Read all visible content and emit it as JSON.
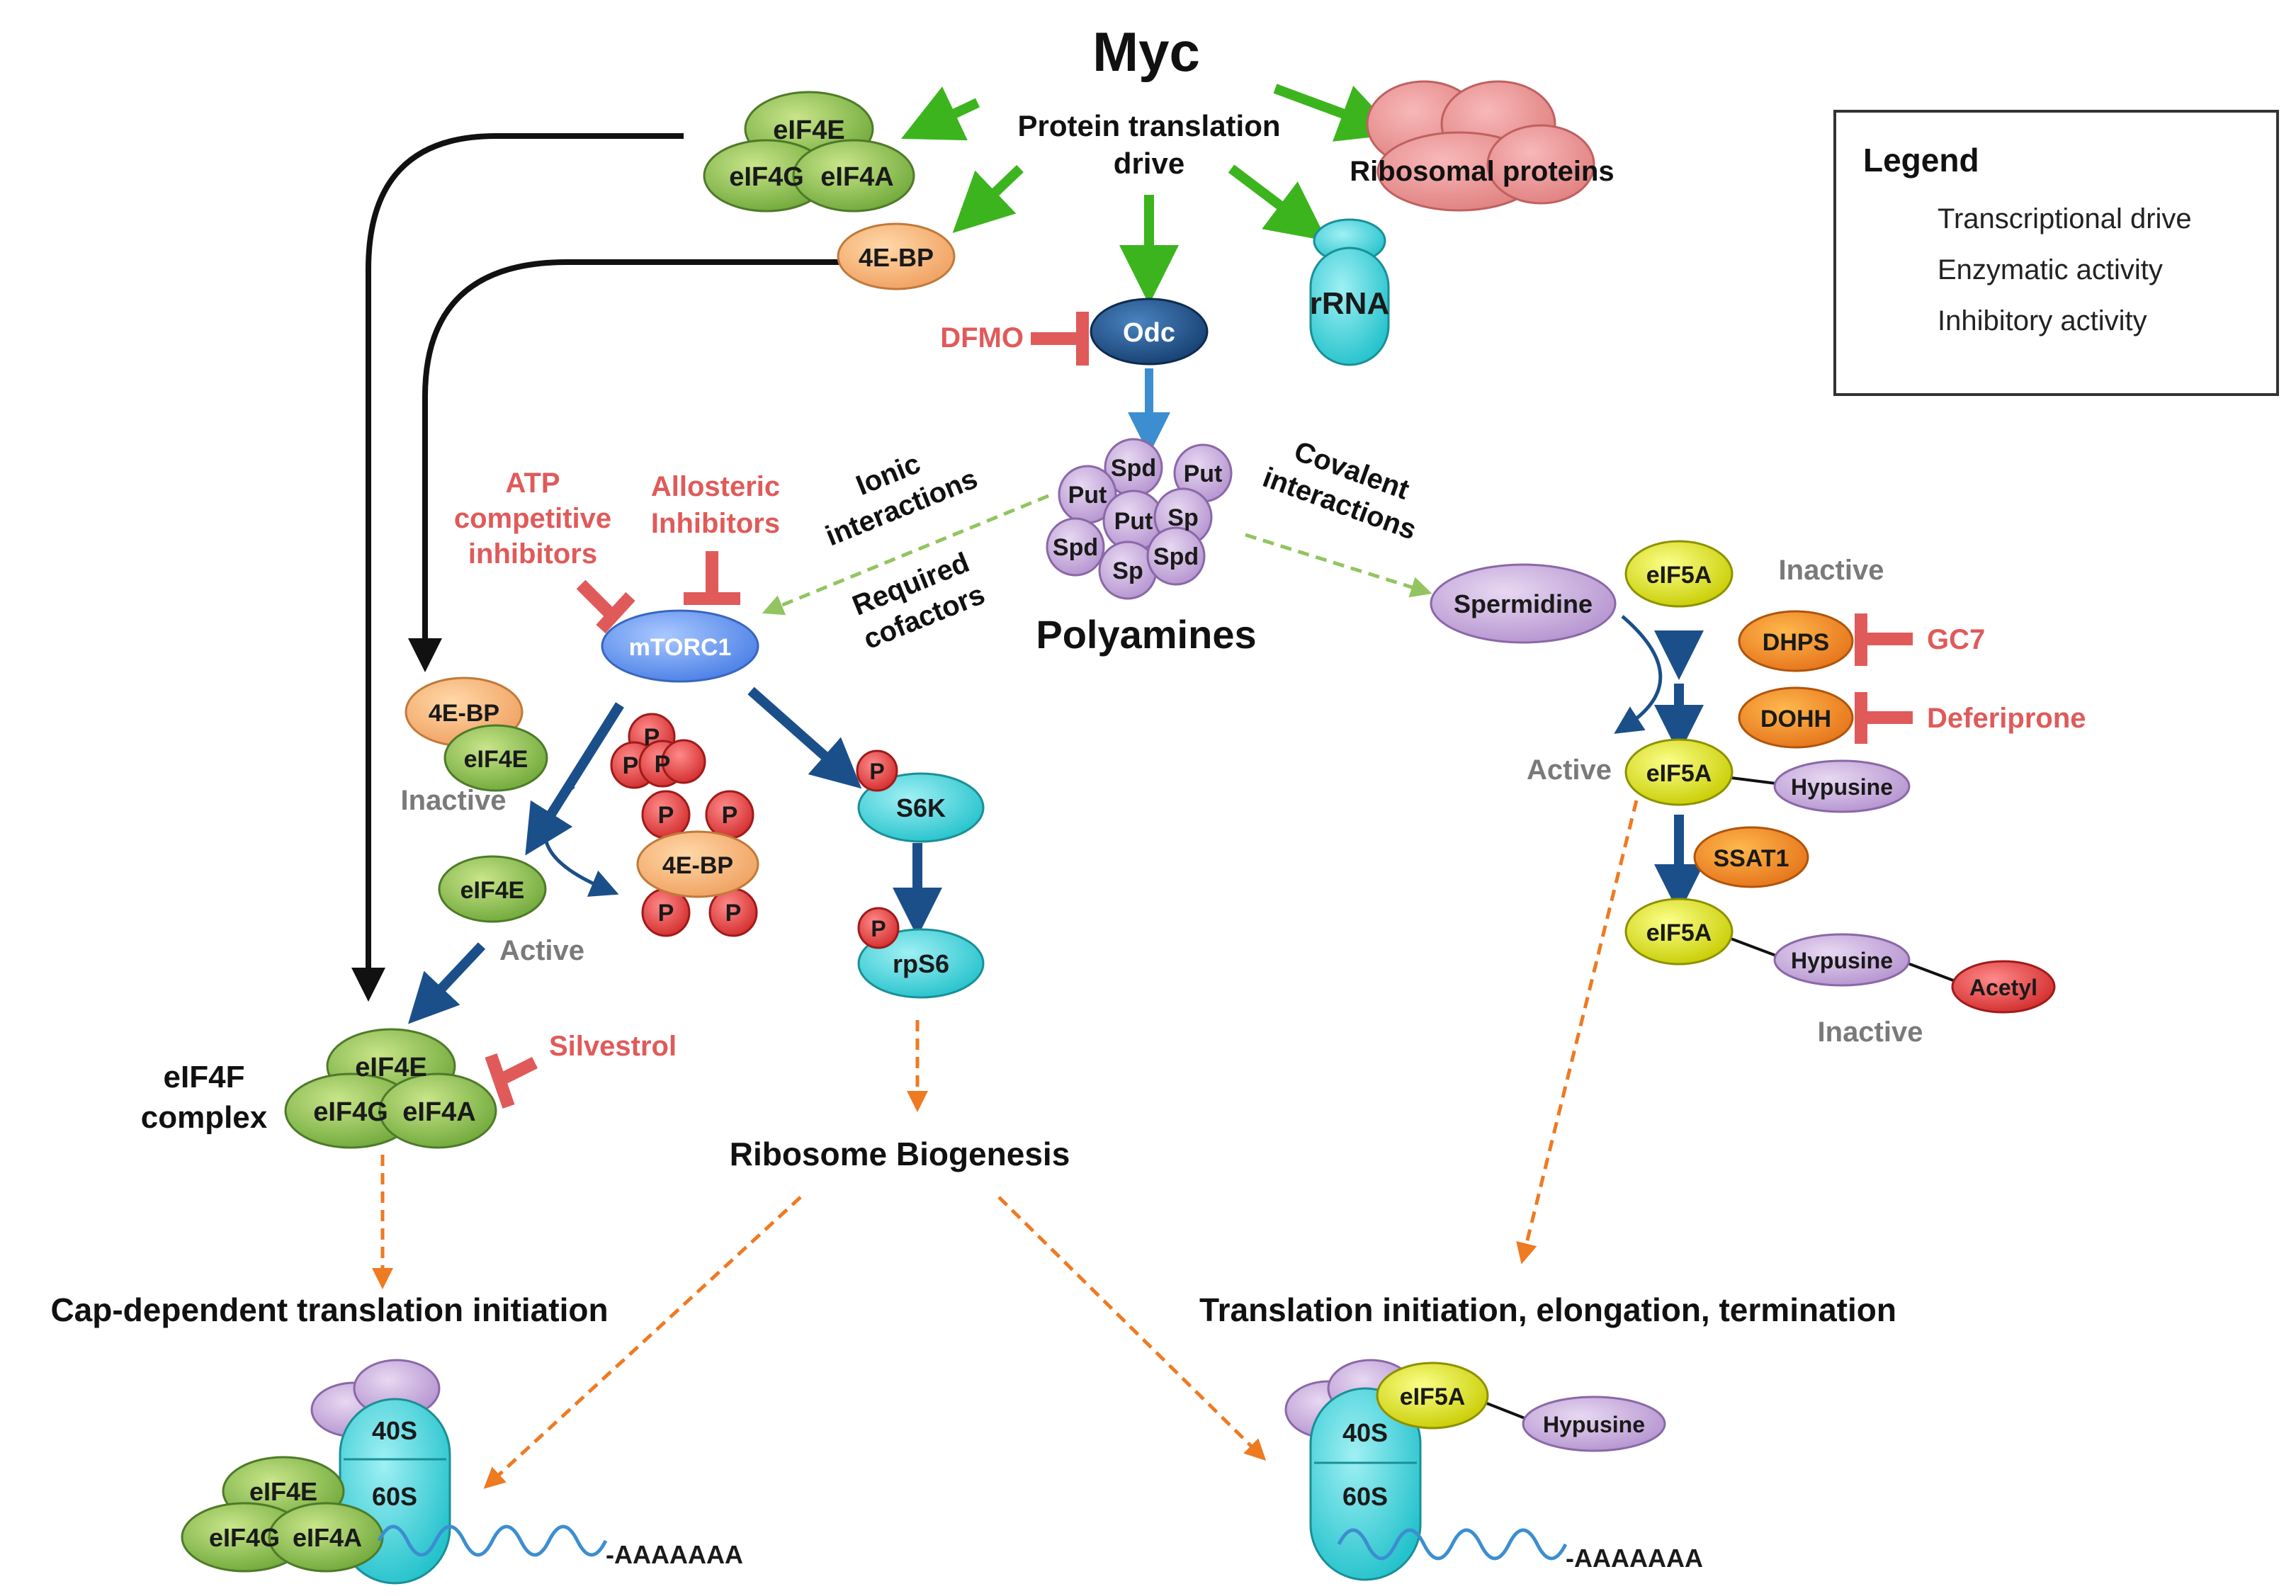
{
  "title": "Myc",
  "drive_label": [
    "Protein translation",
    "drive"
  ],
  "molecules": {
    "eif4e": "eIF4E",
    "eif4g": "eIF4G",
    "eif4a": "eIF4A",
    "four_ebp": "4E-BP",
    "odc": "Odc",
    "ribosomal_proteins": "Ribosomal proteins",
    "rrna": "rRNA",
    "mtorc1": "mTORC1",
    "s6k": "S6K",
    "rps6": "rpS6",
    "p": "P",
    "spermidine": "Spermidine",
    "eif5a": "eIF5A",
    "dhps": "DHPS",
    "dohh": "DOHH",
    "ssat1": "SSAT1",
    "hypusine": "Hypusine",
    "acetyl": "Acetyl",
    "put": "Put",
    "spd": "Spd",
    "sp": "Sp",
    "ribo_40s": "40S",
    "ribo_60s": "60S",
    "poly_a": "-AAAAAAA"
  },
  "inhibitors": {
    "dfmo": "DFMO",
    "atp": [
      "ATP",
      "competitive",
      "inhibitors"
    ],
    "allosteric": [
      "Allosteric",
      "Inhibitors"
    ],
    "gc7": "GC7",
    "deferiprone": "Deferiprone",
    "silvestrol": "Silvestrol"
  },
  "labels": {
    "polyamines": "Polyamines",
    "ionic": [
      "Ionic",
      "interactions"
    ],
    "covalent": [
      "Covalent",
      "interactions"
    ],
    "cofactors": [
      "Required",
      "cofactors"
    ],
    "inactive": "Inactive",
    "active": "Active",
    "eif4f": [
      "eIF4F",
      "complex"
    ],
    "ribosome_biogenesis": "Ribosome Biogenesis",
    "cap_dependent": "Cap-dependent translation initiation",
    "translation_iet": "Translation initiation, elongation, termination"
  },
  "legend": {
    "title": "Legend",
    "items": [
      "Transcriptional drive",
      "Enzymatic activity",
      "Inhibitory activity"
    ]
  },
  "colors": {
    "transcriptional": "#3cb41e",
    "enzymatic": "#1b4f8a",
    "inhibitory": "#e05a5a",
    "dashed_orange": "#ee7a22",
    "dashed_green": "#92c460"
  }
}
